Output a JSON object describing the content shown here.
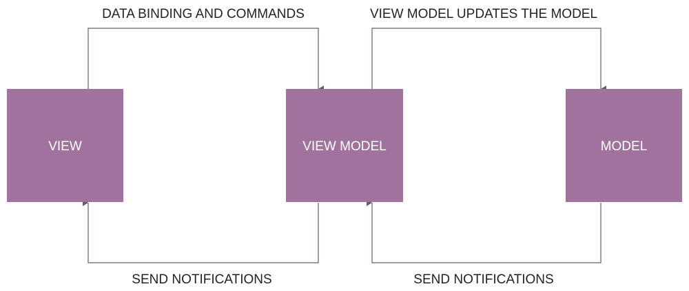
{
  "colors": {
    "box_fill": "#a2729f",
    "box_text": "#ffffff",
    "line": "#6b5a6e",
    "label_text": "#222222"
  },
  "nodes": {
    "view": {
      "label": "VIEW"
    },
    "view_model": {
      "label": "VIEW MODEL"
    },
    "model": {
      "label": "MODEL"
    }
  },
  "edges": {
    "view_to_vm": {
      "label": "DATA BINDING AND COMMANDS"
    },
    "vm_to_model": {
      "label": "VIEW MODEL UPDATES THE MODEL"
    },
    "vm_to_view": {
      "label": "SEND NOTIFICATIONS"
    },
    "model_to_vm": {
      "label": "SEND NOTIFICATIONS"
    }
  }
}
